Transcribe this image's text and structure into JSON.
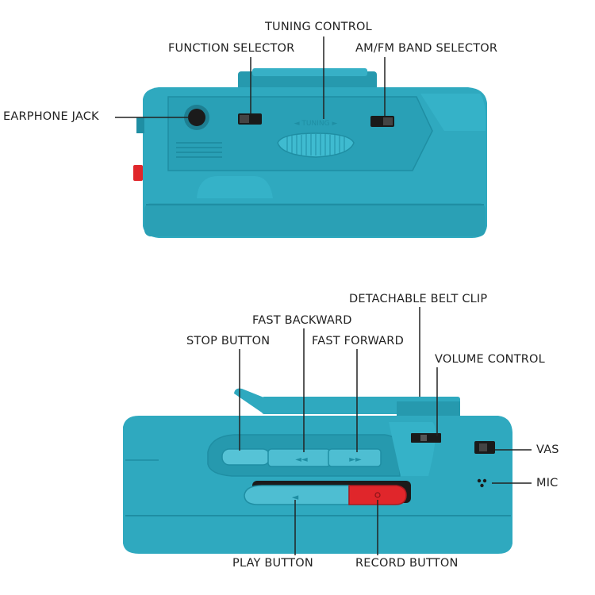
{
  "colors": {
    "body": "#2fa9bf",
    "body_dark": "#1f8ea3",
    "body_light": "#5cc3d6",
    "record_red": "#e0262b",
    "line": "#222222"
  },
  "labels": {
    "tuning_control": "TUNING CONTROL",
    "function_selector": "FUNCTION SELECTOR",
    "am_fm_band_selector": "AM/FM BAND SELECTOR",
    "earphone_jack": "EARPHONE JACK",
    "detachable_belt_clip": "DETACHABLE BELT CLIP",
    "fast_backward": "FAST BACKWARD",
    "stop_button": "STOP BUTTON",
    "fast_forward": "FAST FORWARD",
    "volume_control": "VOLUME CONTROL",
    "vas": "VAS",
    "mic": "MIC",
    "play_button": "PLAY BUTTON",
    "record_button": "RECORD BUTTON"
  },
  "device_marks": {
    "tuning": "◄ TUNING ►"
  }
}
